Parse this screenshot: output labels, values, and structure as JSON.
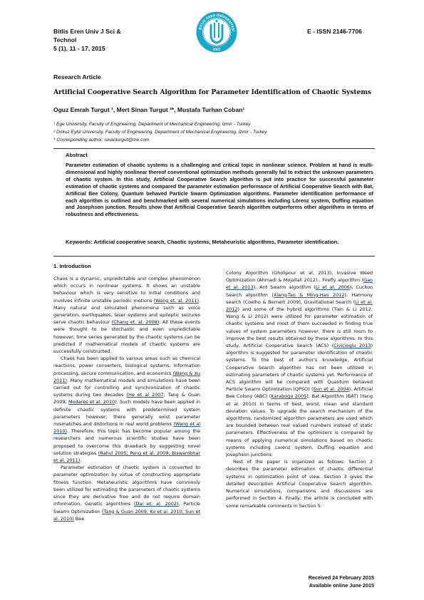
{
  "header": {
    "journal_line1": "Bitlis Eren Univ J Sci &",
    "journal_line2": "Technol",
    "journal_line3": "5 (1), 11 - 17, 2015",
    "issn": "E - ISSN 2146-7706"
  },
  "logo": {
    "name": "bitlis-eren-university-seal",
    "ring_text": "BİTLİS EREN ÜNİVERSİTESİ",
    "year": "2007",
    "color": "#1aa6c9"
  },
  "article_type": "Research Article",
  "title": "Artificial Cooperative Search Algorithm for Parameter Identification of Chaotic Systems",
  "authors": "Oguz Emrah Turgut ¹, Mert Sinan Turgut ²*, Mustafa Turhan Coban¹",
  "affiliations": [
    "¹ Ege University, Faculty of Engineering, Department of Mechanical Engineering, İzmir - Turkey",
    "² Dokuz Eylül University, Faculty of Engineering, Department of Mechanical Engineering, İzmir - Turkey",
    "* Corresponding author: sinanturgut@me.com"
  ],
  "abstract": {
    "heading": "Abstract",
    "text": "Parameter estimation of chaotic systems is a challenging and critical topic in nonlinear science. Problem at hand is multi-dimensional and highly nonlinear thereof conventional optimization methods generally fail to extract the unknown parameters of chaotic system. In this study, Artificial Cooperative Search algorithm is put into practice for successful parameter estimation of chaotic systems and compared the parameter estimation performance of Artificial Cooperative Search with Bat, Artificial Bee Colony, Quantum behaved Particle Swarm Optimization algorithms. Parameter identification performance of each algorithm is outlined and benchmarked with several numerical simulations including Lörenz system, Duffing equation and Josephson junction. Results show that Artificial Cooperative Search algorithm outperforms other algorithms in terms of robustness and effectiveness.",
    "keywords": "Keywords: Artificial cooperative search, Chaotic systems, Metaheuristic algorithms, Parameter identification."
  },
  "intro_heading": "1.   Introduction",
  "body": {
    "l1": "Chaos is a dynamic, unpredictable and complex phenomenon which occurs in nonlinear systems. It shows an unstable behaviour which is very sensitive to initial conditions and involves infinite unstable periodic motions ",
    "l1_r1": "(Wang et. al. 2011)",
    "l1_b": ". Many natural and simulated phenomena such as voice generation, earthquakes, laser systems and epileptic seizures serve chaotic behaviour ",
    "l1_r2": "(Chang et. al. 2008)",
    "l1_c": ". All these events were thought to be stochastic and even unpredictable however; time series generated by the chaotic systems can be predicted if mathematical models of chaotic systems are successfully constructed.",
    "l2": "Chaos has been applied to various areas such as chemical reactions, power converters, biological systems, information processing, secure communication, and economics ",
    "l2_r1": "(Wang & Xu   2011)",
    "l2_b": ". Many mathematical models and simulations have been carried out for controlling and synchronization of chaotic systems during two decades ",
    "l2_r2": "(He et al 2007",
    "l2_c": "; Tang & Guan 2009; ",
    "l2_r3": "Modares et al. 2010",
    "l2_d": "). Such models have been applied in definite chaotic systems with predetermined system parameters however; there generally exist parameter mismatches and distortions in real world problems ",
    "l2_r4": "(Wang et al 2010)",
    "l2_e": ". Therefore, this topic has become popular among the researchers and numerous scientific studies  have been proposed to overcome this drawback by suggesting novel solution strategies ",
    "l2_r5": "(Rahul 2005; Peng et al. 2009; Biswambhar et al. 2011)",
    "l2_f": ".",
    "l3": "Parameter estimation of chaotic system is converted to parameter optimization by virtue of constructing appropriate fitness function.  Metaheuristic algorithms have commonly been utilized for estimating the parameters of chaotic systems since they are derivative free and do not require domain information. Genetic algorithms ",
    "l3_r1": "(Dai et. al. 2002)",
    "l3_b": ", Particle Swarm Optimization ",
    "l3_r2": "(Tang & Guan 2009; Ko et al. 2010; Sun et al. 2010)",
    "l3_c": " Bee",
    "r1": "Colony Algorithm (Gholipour et al. 2013), Invasive Weed Optimization (Ahmadi & Mojallali 2012) , Firefly algorithm (",
    "r1_r1": "Gao et al. 2013",
    "r1_b": "), Ant Swarm algorithm (",
    "r1_r2": "Li et al. 2006",
    "r1_c": "), Cuckoo Search algorithm (",
    "r1_r3": "Xiang-Tao & Ming-Hao 2012",
    "r1_d": "), Harmony search (Coelho & Bernert 2009), Gravitational Search (",
    "r1_r4": "Li et al. 2012",
    "r1_e": ") and some of the hybrid algorithms (Tien & Li 2012; Wang & Li 2012) were utilized  for parameter estimation of chaotic systems and most of them succeeded in finding  true values of system parameters however, there is still room to improve the best results obtained by these algorithms. In this study, Artificial Cooperative Search (ACS) (",
    "r1_r5": "Civicioglu 2013",
    "r1_f": ") algorithm is suggested for parameter identification of chaotic systems. To the best of author's knowledge, Artificial Cooperative Search algorithm has not been utilized in estimating parameters of chaotic systems yet. Performance of ACS algorithm will be compared with Quantum behaved Particle Swarm Optimization (QPSO) (",
    "r1_r6": "Sun et al. 2004",
    "r1_g": "), Artificial Bee Colony (ABC) (",
    "r1_r7": "Karaboga 2005",
    "r1_h": "), Bat Algorithm (BAT) (Yang et al. 2010) in terms of best, worst, mean and standard deviation values. To upgrade the search mechanism of the algorithms, randomized algorithm parameters are used which are bounded between real valued numbers instead of static parameters. Effectiveness of the optimizers is compared by means of applying numerical simulations based on chaotic systems including Lorenz system, Duffing equation and Josephson junctions.",
    "r2": "Rest of the paper is organized as follows: Section 2 describes the parameter estimation of chaotic differential systems in optimization point of view. Section 3 gives the detailed description Artificial Cooperative Search algorithm. Numerical simulations, comparisons and discussions are performed in Section 4. Finally, the article is concluded with some remarkable comments in Section 5."
  },
  "dates": {
    "received": "Received 24 February 2015",
    "online": "Available online June 2015"
  }
}
